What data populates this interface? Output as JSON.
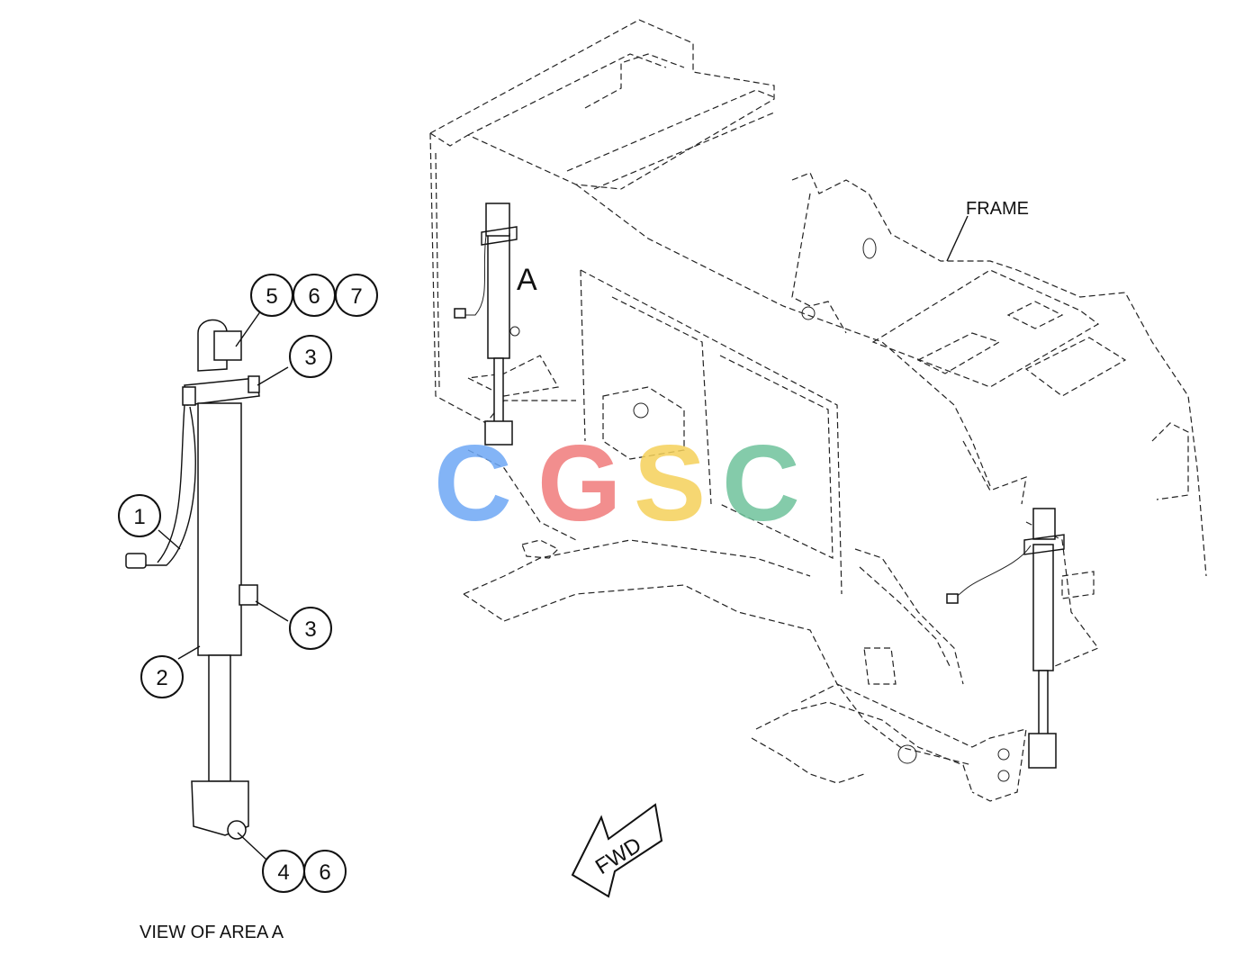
{
  "labels": {
    "frame": "FRAME",
    "area": "A",
    "view_caption": "VIEW OF AREA A",
    "fwd": "FWD"
  },
  "callouts": {
    "c1": "1",
    "c2": "2",
    "c3a": "3",
    "c3b": "3",
    "c4": "4",
    "c5": "5",
    "c6a": "6",
    "c6b": "6",
    "c7": "7"
  },
  "watermark": {
    "letters": [
      "C",
      "G",
      "S",
      "C"
    ],
    "colors": [
      "#6ea8f5",
      "#f07b7b",
      "#f5d15a",
      "#6fc39c"
    ]
  }
}
